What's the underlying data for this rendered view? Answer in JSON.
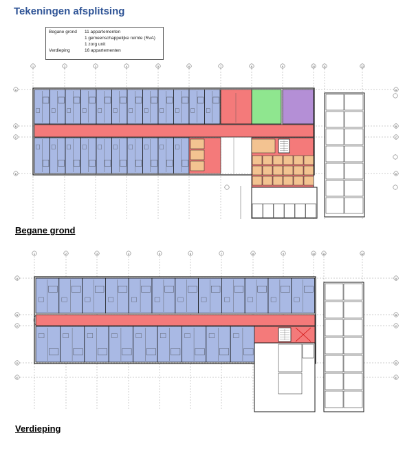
{
  "title": "Tekeningen afsplitsing",
  "legend": [
    {
      "key": "Begane grond",
      "lines": [
        "11 appartementen",
        "1 gemeenschappelijke ruimte (RvA)",
        "1 zorg unit"
      ]
    },
    {
      "key": "Verdieping",
      "lines": [
        "16 appartementen"
      ]
    }
  ],
  "captions": {
    "ground": "Begane grond",
    "upper": "Verdieping"
  },
  "colors": {
    "apartment": "#a9b9e4",
    "corridor": "#f47a7a",
    "communal": "#8fe68f",
    "care": "#b48fd6",
    "service": "#f3c391",
    "walls": "#1a1a1a"
  },
  "grid": {
    "columns": [
      "1",
      "2",
      "3",
      "4",
      "5",
      "6",
      "7",
      "8",
      "9",
      "10",
      "11",
      "12"
    ],
    "rows": [
      "A",
      "B",
      "C",
      "D",
      "E",
      "F",
      "G"
    ]
  }
}
